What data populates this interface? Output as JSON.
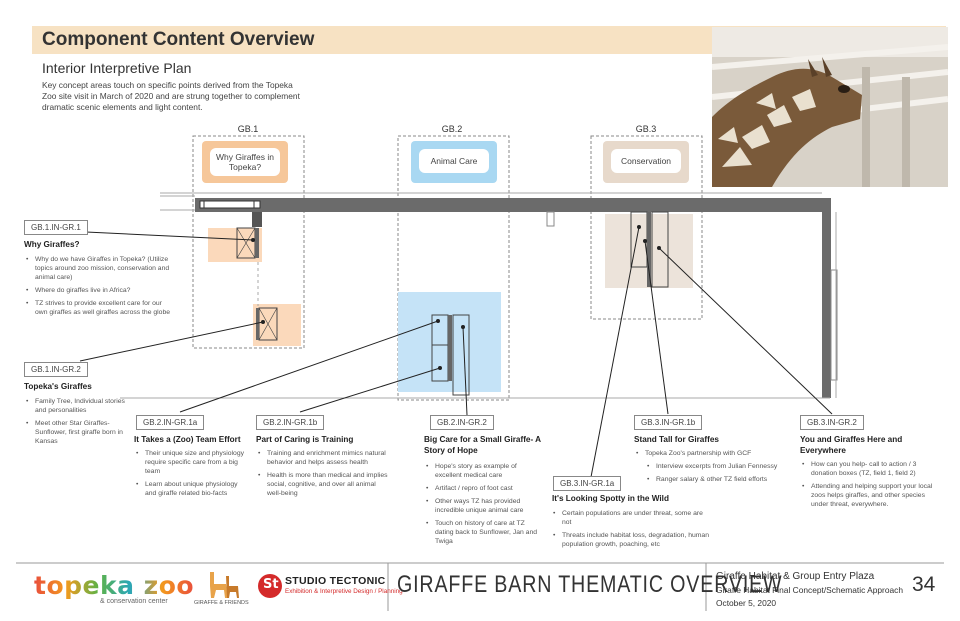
{
  "header": {
    "title": "Component Content Overview",
    "subtitle": "Interior Interpretive Plan",
    "intro": "Key concept areas touch on specific points derived from the Topeka Zoo site visit in March of 2020 and are strung together to complement dramatic scenic elements and light content."
  },
  "photo": {
    "icon": "giraffe-photo"
  },
  "gallery_bays": [
    {
      "label": "GB.1",
      "card": "Why Giraffes in Topeka?",
      "color": "#f6c79a"
    },
    {
      "label": "GB.2",
      "card": "Animal Care",
      "color": "#a9d8f2"
    },
    {
      "label": "GB.3",
      "card": "Conservation",
      "color": "#e7d9cb"
    }
  ],
  "sections": {
    "gb1_gr1": {
      "tag": "GB.1.IN-GR.1",
      "title": "Why Giraffes?",
      "bullets": [
        "Why do we have Giraffes in Topeka? (Utilize topics around zoo mission, conservation and animal care)",
        "Where do giraffes live in Africa?",
        "TZ strives to provide excellent care for our own giraffes as well giraffes across the globe"
      ]
    },
    "gb1_gr2": {
      "tag": "GB.1.IN-GR.2",
      "title": "Topeka's Giraffes",
      "bullets": [
        "Family Tree, Individual stories and personalities",
        "Meet other Star Giraffes- Sunflower, first giraffe born in Kansas"
      ]
    },
    "gb2_gr1a": {
      "tag": "GB.2.IN-GR.1a",
      "title": "It Takes a (Zoo) Team Effort",
      "bullets": [
        "Their unique size and physiology require specific care from a big team",
        "Learn about unique physiology and giraffe related bio-facts"
      ]
    },
    "gb2_gr1b": {
      "tag": "GB.2.IN-GR.1b",
      "title": "Part of Caring is Training",
      "bullets": [
        "Training and enrichment mimics natural behavior and helps assess health",
        "Health is more than medical and implies social, cognitive, and over all animal well-being"
      ]
    },
    "gb2_gr2": {
      "tag": "GB.2.IN-GR.2",
      "title": "Big Care for a Small Giraffe- A Story of Hope",
      "bullets": [
        "Hope's story as example of excellent medical care",
        "Artifact / repro of foot cast",
        "Other ways TZ has provided incredible unique animal care",
        "Touch on history of care at TZ dating back to Sunflower, Jan and Twiga"
      ]
    },
    "gb3_gr1a": {
      "tag": "GB.3.IN-GR.1a",
      "title": "It's Looking Spotty in the Wild",
      "bullets": [
        "Certain populations are under threat, some are not",
        "Threats include habitat loss, degradation, human population growth, poaching, etc"
      ]
    },
    "gb3_gr1b": {
      "tag": "GB.3.IN-GR.1b",
      "title": "Stand Tall for Giraffes",
      "bullets": [
        "Topeka Zoo's partnership with GCF",
        "Interview excerpts from Julian Fennessy",
        "Ranger salary & other TZ field efforts"
      ]
    },
    "gb3_gr2": {
      "tag": "GB.3.IN-GR.2",
      "title": "You and Giraffes Here and Everywhere",
      "bullets": [
        "How can you help- call to action / 3 donation boxes (TZ, field 1, field 2)",
        "Attending and helping support your local zoos helps giraffes, and other species under threat, everywhere."
      ]
    }
  },
  "footer": {
    "logo_topeka": "topeka zoo",
    "logo_topeka_sub": "& conservation center",
    "logo_friends": "GIRAFFE & FRIENDS",
    "logo_studio": "STUDIO TECTONIC",
    "logo_studio_sub": "Exhibition & Interpretive Design / Planning",
    "doc_title": "GIRAFFE BARN THEMATIC OVERVIEW",
    "project_line1": "Giraffe Habitat & Group Entry Plaza",
    "project_line2": "Giraffe Habitat Final Concept/Schematic Approach",
    "project_line3": "October 5, 2020",
    "page_number": "34"
  }
}
